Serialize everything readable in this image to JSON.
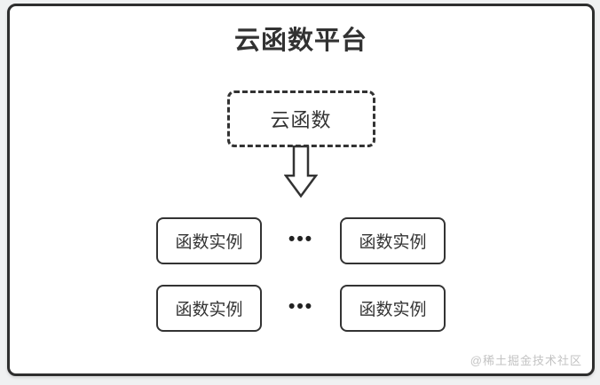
{
  "page": {
    "background": "#f0f1f2",
    "frame_border_color": "#2e2e2e",
    "canvas_background": "#ffffff",
    "text_color": "#333333",
    "watermark_color": "#c3c3c3"
  },
  "diagram": {
    "title": "云函数平台",
    "source_node": {
      "label": "云函数",
      "border_style": "dashed"
    },
    "arrow": {
      "icon": "down-arrow-icon",
      "direction": "down"
    },
    "instance_rows": [
      {
        "left": "函数实例",
        "dots": "•••",
        "right": "函数实例"
      },
      {
        "left": "函数实例",
        "dots": "•••",
        "right": "函数实例"
      }
    ],
    "watermark": "@稀土掘金技术社区"
  }
}
